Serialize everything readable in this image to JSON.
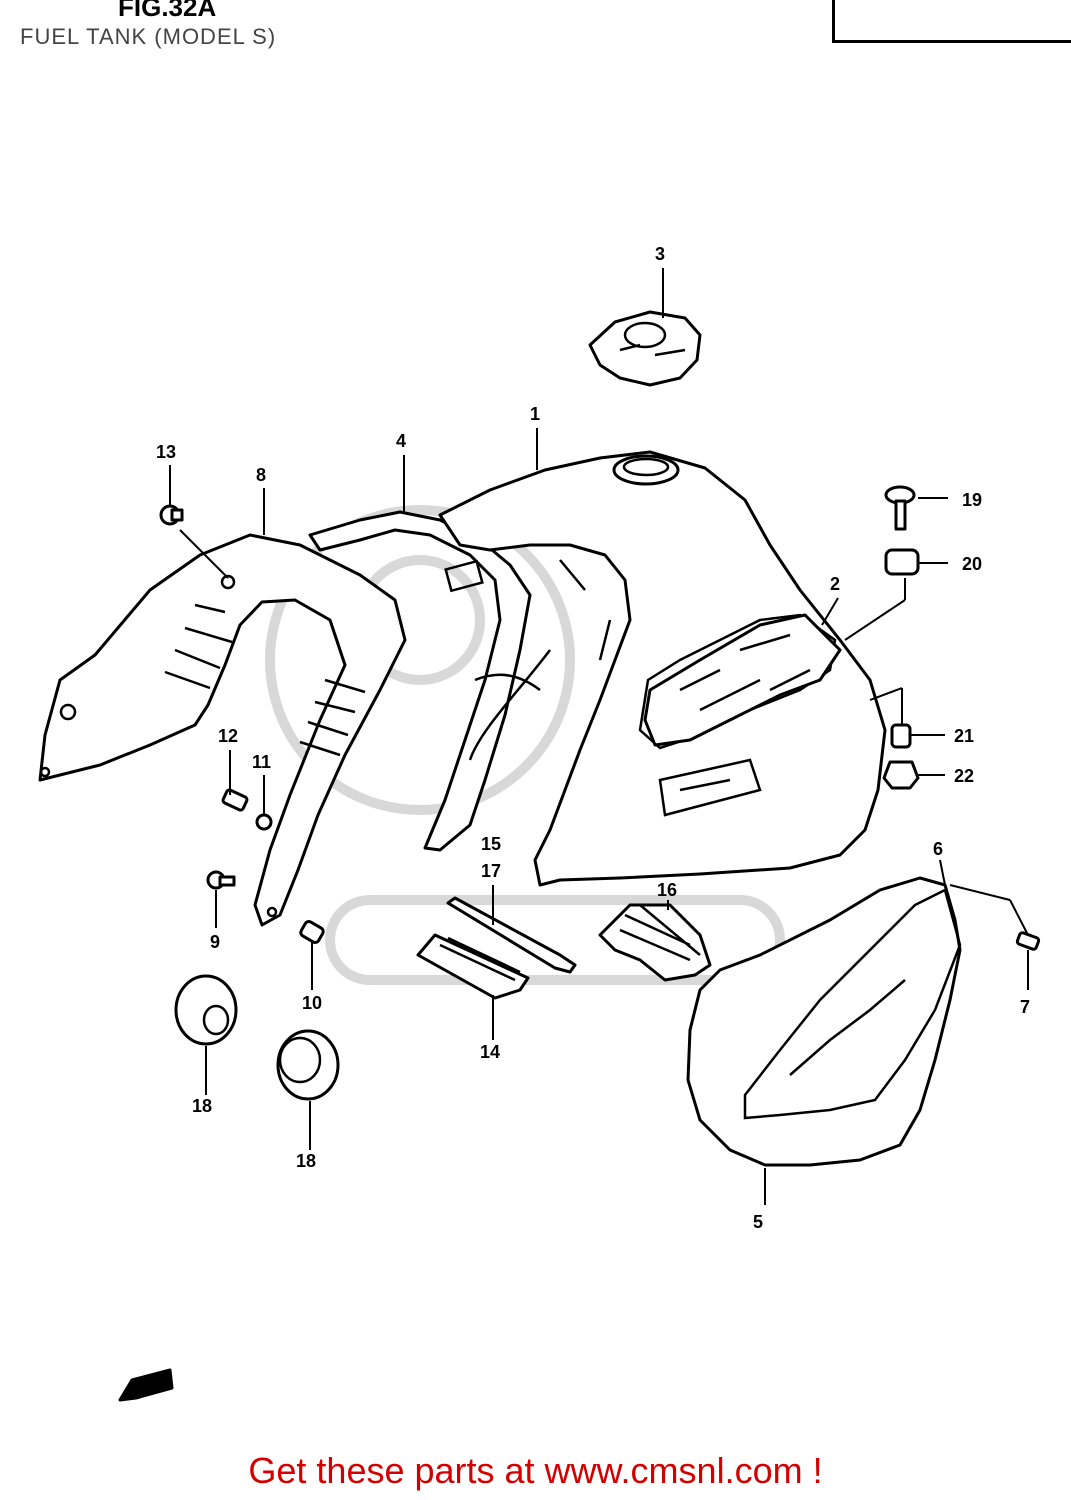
{
  "figure": {
    "title": "FIG.32A",
    "subtitle": "FUEL TANK (MODEL S)"
  },
  "callouts": {
    "c1": "1",
    "c2": "2",
    "c3": "3",
    "c4": "4",
    "c5": "5",
    "c6": "6",
    "c7": "7",
    "c8": "8",
    "c9": "9",
    "c10": "10",
    "c11": "11",
    "c12": "12",
    "c13": "13",
    "c14": "14",
    "c15": "15",
    "c16": "16",
    "c17": "17",
    "c18a": "18",
    "c18b": "18",
    "c19": "19",
    "c20": "20",
    "c21": "21",
    "c22": "22"
  },
  "footer": {
    "text": "Get these parts at www.cmsnl.com !"
  },
  "colors": {
    "footer_text": "#d40000",
    "line_art": "#000000",
    "watermark": "#d8d8d8"
  }
}
